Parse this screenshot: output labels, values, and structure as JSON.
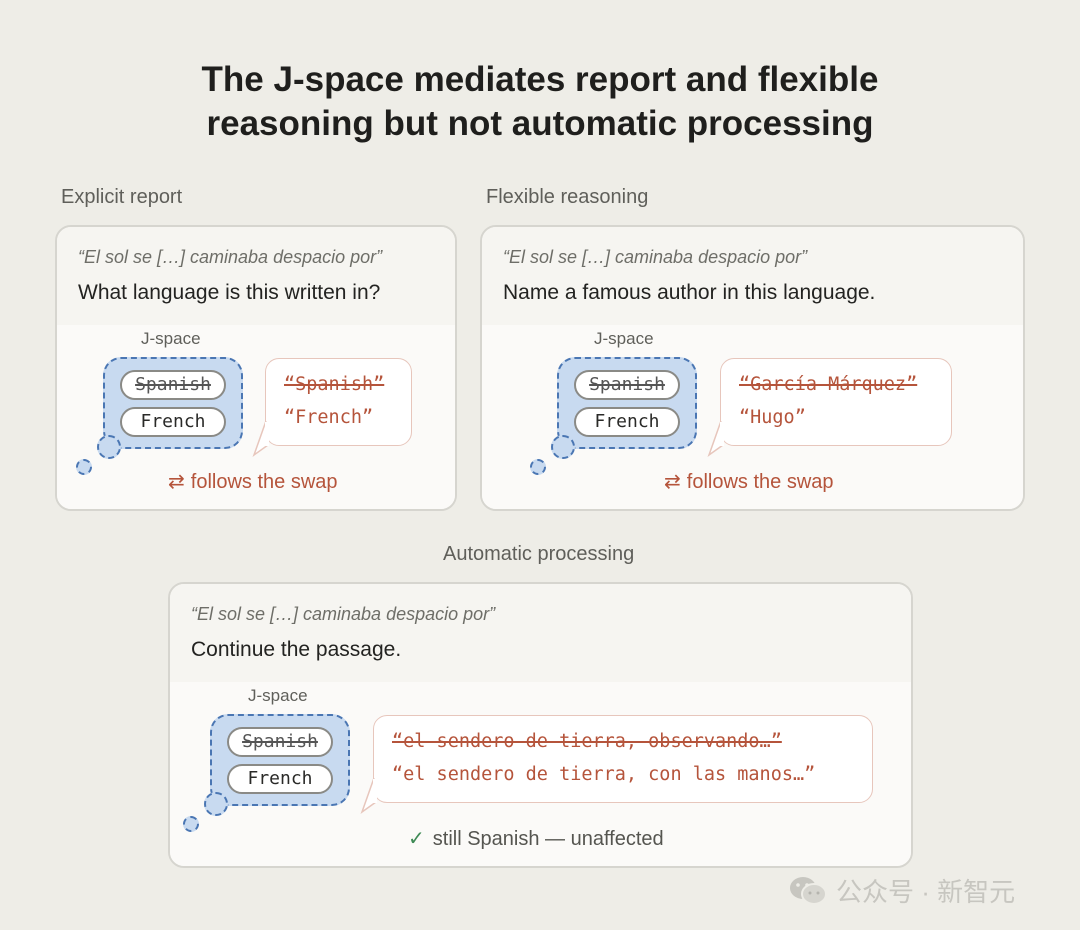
{
  "title_line1": "The J-space mediates report and flexible",
  "title_line2": "reasoning but not automatic processing",
  "panels": [
    {
      "label": "Explicit report",
      "quote": "“El sol se […] caminaba despacio por”",
      "question": "What language is this written in?",
      "jspace_label": "J-space",
      "pill_struck": "Spanish",
      "pill_active": "French",
      "output_old": "“Spanish”",
      "output_new": "“French”",
      "note_symbol": "⇄",
      "note": "follows the swap"
    },
    {
      "label": "Flexible reasoning",
      "quote": "“El sol se […] caminaba despacio por”",
      "question": "Name a famous author in this language.",
      "jspace_label": "J-space",
      "pill_struck": "Spanish",
      "pill_active": "French",
      "output_old": "“García Márquez”",
      "output_new": "“Hugo”",
      "note_symbol": "⇄",
      "note": "follows the swap"
    },
    {
      "label": "Automatic processing",
      "quote": "“El sol se […] caminaba despacio por”",
      "question": "Continue the passage.",
      "jspace_label": "J-space",
      "pill_struck": "Spanish",
      "pill_active": "French",
      "output_old": "“el sendero de tierra, observando…”",
      "output_new": "“el sendero de tierra, con las manos…”",
      "note_symbol": "✓",
      "note": "still Spanish — unaffected"
    }
  ],
  "watermark": "公众号 · 新智元",
  "colors": {
    "background": "#eeede7",
    "jspace_fill": "#c8daf0",
    "jspace_border": "#4a76b3",
    "output_text": "#b5543b",
    "check": "#3e8a55"
  },
  "icons": {
    "swap": "swap-arrows-icon",
    "check": "check-icon",
    "watermark_logo": "wechat-icon"
  }
}
